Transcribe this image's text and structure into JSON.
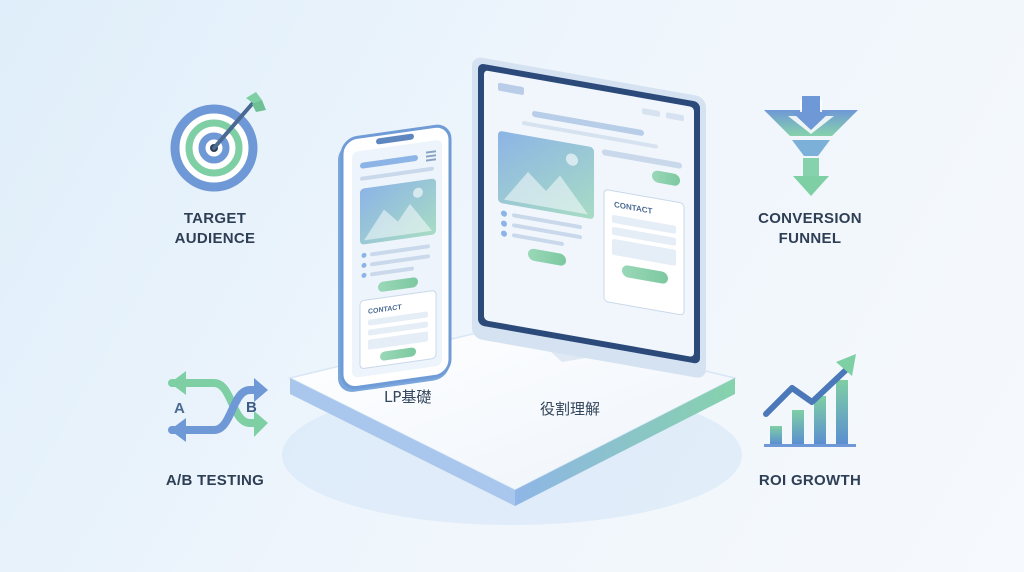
{
  "features": {
    "target": {
      "line1": "TARGET",
      "line2": "AUDIENCE",
      "icon": "target-arrow-icon"
    },
    "conversion": {
      "line1": "CONVERSION",
      "line2": "FUNNEL",
      "icon": "funnel-icon"
    },
    "ab": {
      "label": "A/B TESTING",
      "icon": "ab-swap-arrows-icon",
      "a": "A",
      "b": "B"
    },
    "roi": {
      "label": "ROI GROWTH",
      "icon": "growth-chart-icon"
    }
  },
  "devices": {
    "phone": {
      "contact": "CONTACT"
    },
    "monitor": {
      "contact": "CONTACT"
    }
  },
  "platform": {
    "left_label": "LP基礎",
    "right_label": "役割理解"
  },
  "colors": {
    "accent_blue": "#5b8fd0",
    "accent_green": "#7fcfa4",
    "text": "#2e3f55"
  }
}
